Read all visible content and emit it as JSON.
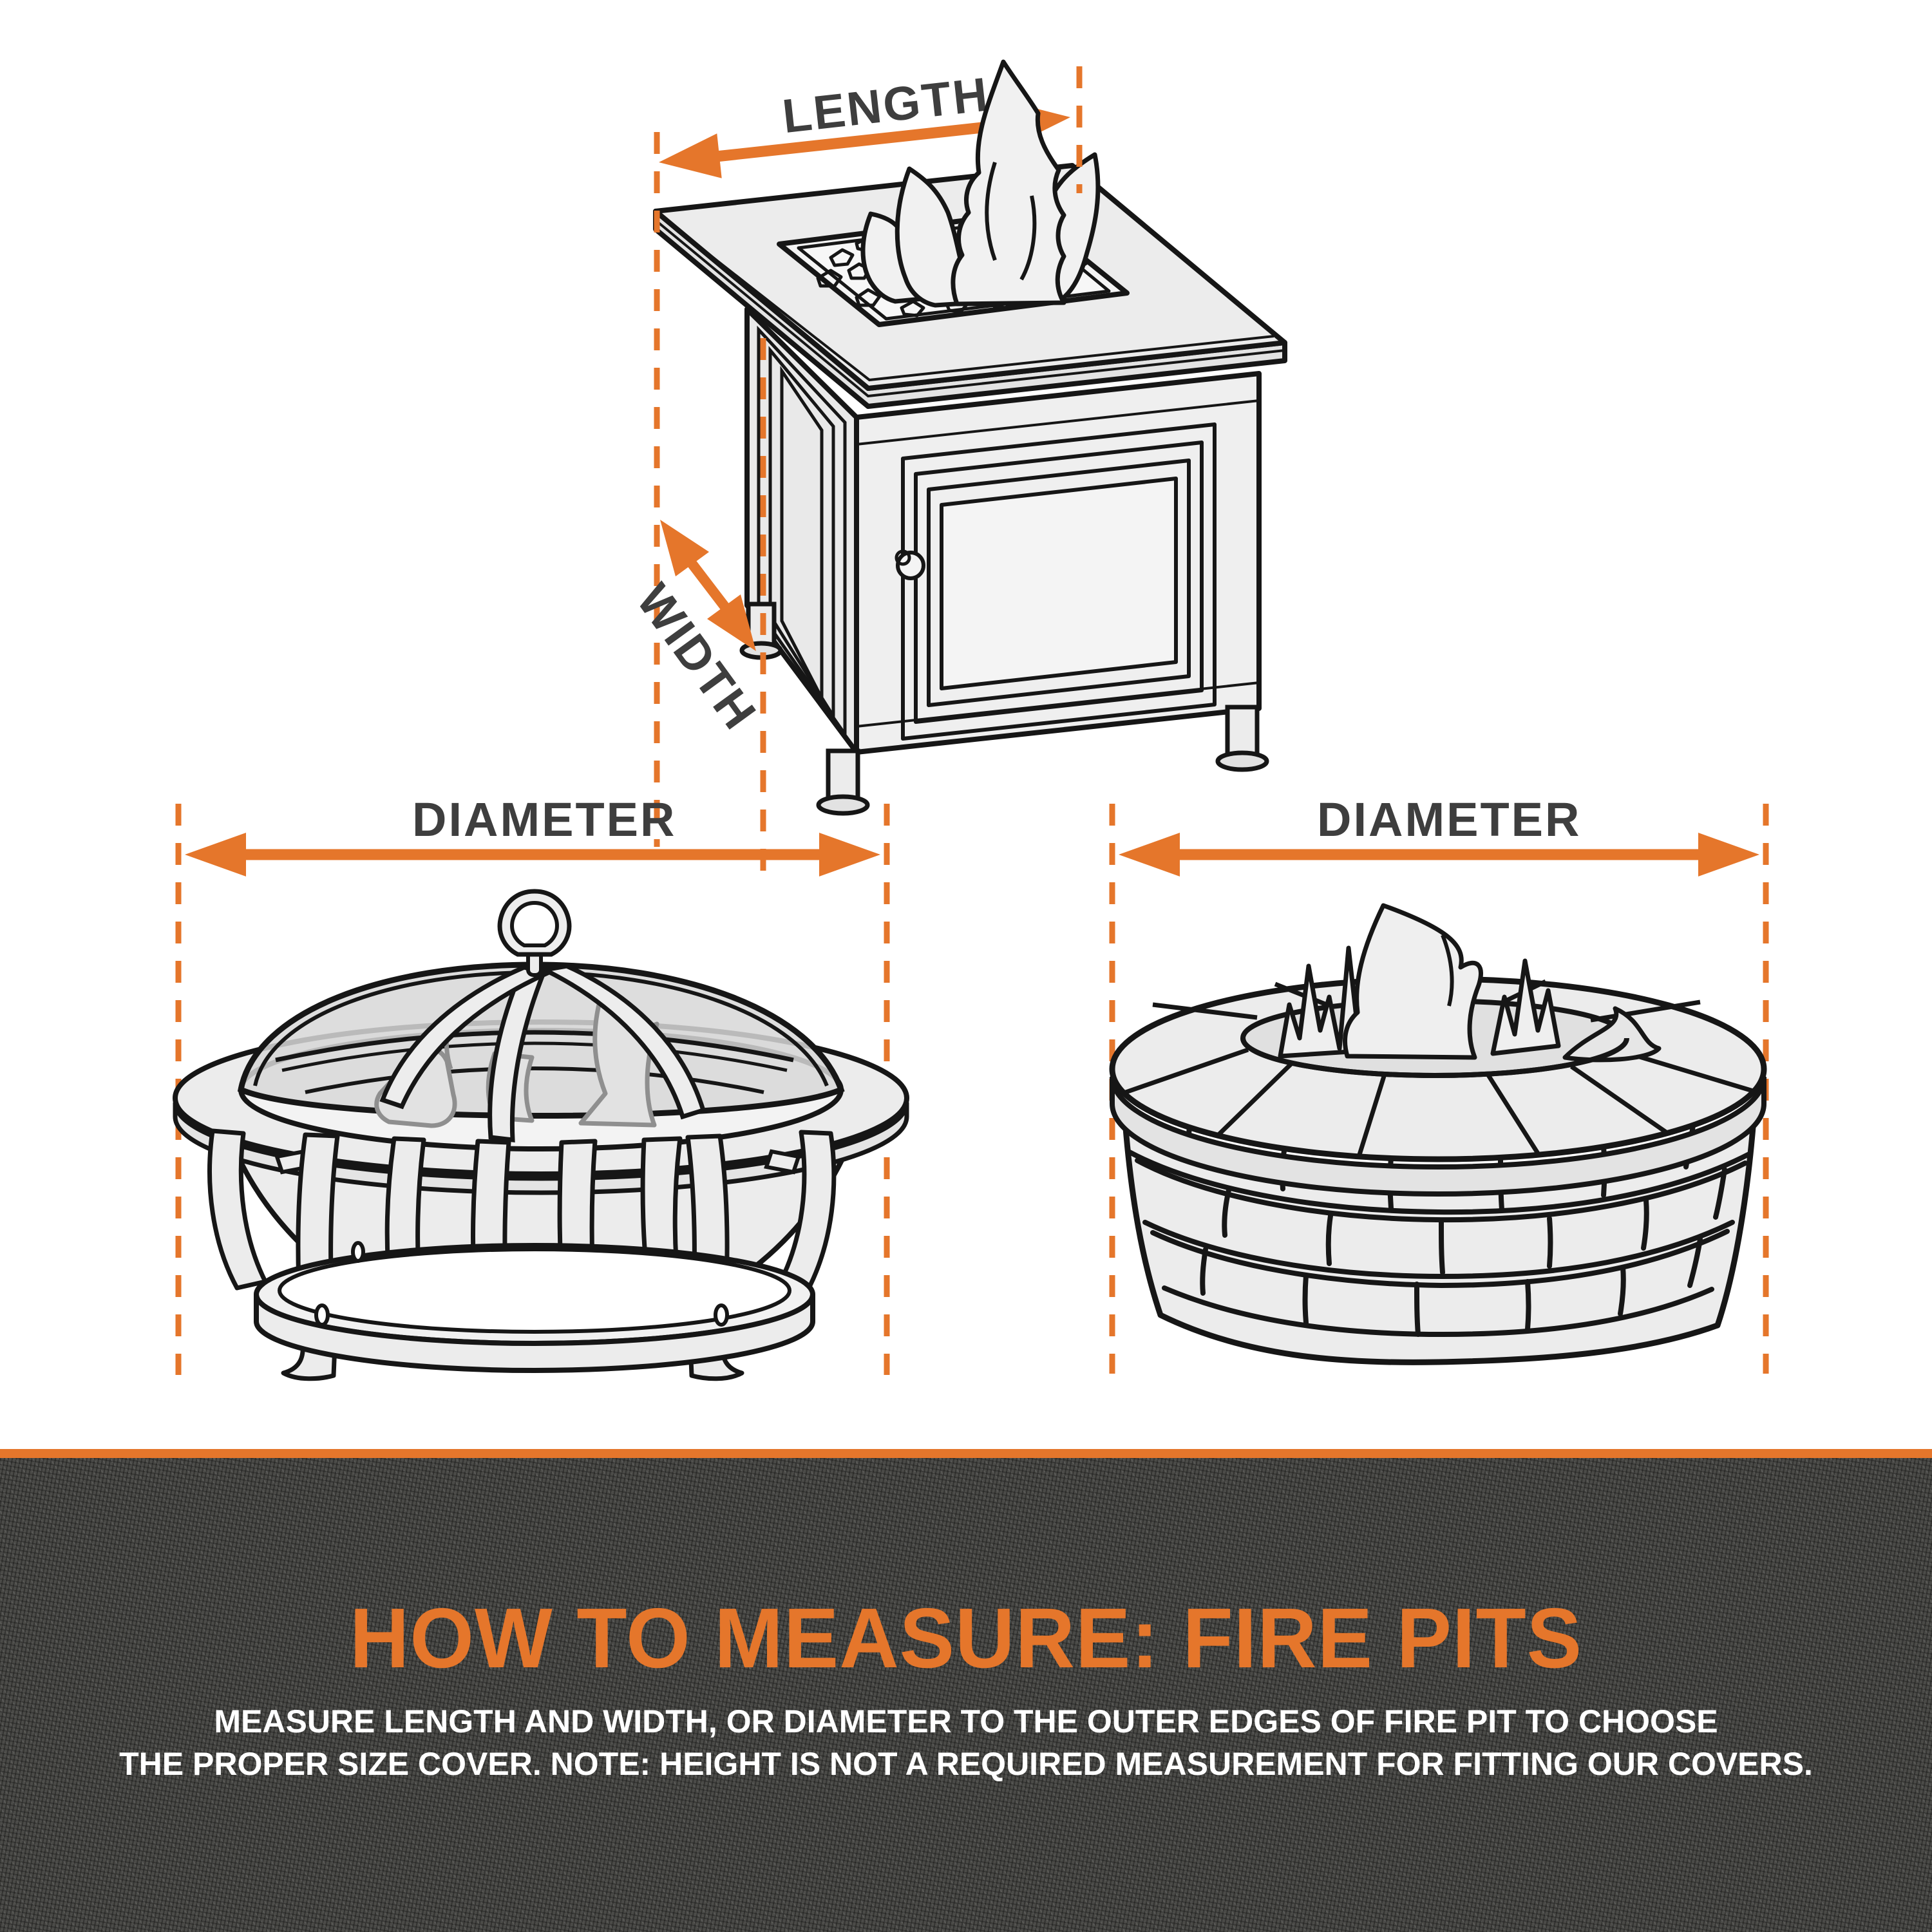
{
  "diagrams": {
    "table": {
      "name": "square gas fire pit table",
      "length_label": "LENGTH",
      "width_label": "WIDTH"
    },
    "bowl": {
      "name": "round fire pit bowl with spark screen",
      "diameter_label": "DIAMETER"
    },
    "ring": {
      "name": "round stone fire pit ring",
      "diameter_label": "DIAMETER"
    }
  },
  "banner": {
    "title": "HOW TO MEASURE: FIRE PITS",
    "line1": "MEASURE LENGTH AND WIDTH, OR DIAMETER TO THE OUTER EDGES OF FIRE PIT TO CHOOSE",
    "line2": "THE PROPER SIZE COVER. NOTE: HEIGHT IS NOT A REQUIRED MEASUREMENT FOR FITTING OUR COVERS."
  },
  "colors": {
    "accent_orange": "#e5762b",
    "label_gray": "#3e3e3e",
    "line_black": "#161616",
    "fill_light": "#ececec",
    "banner_bg": "#4b4b48",
    "banner_text": "#ffffff"
  }
}
